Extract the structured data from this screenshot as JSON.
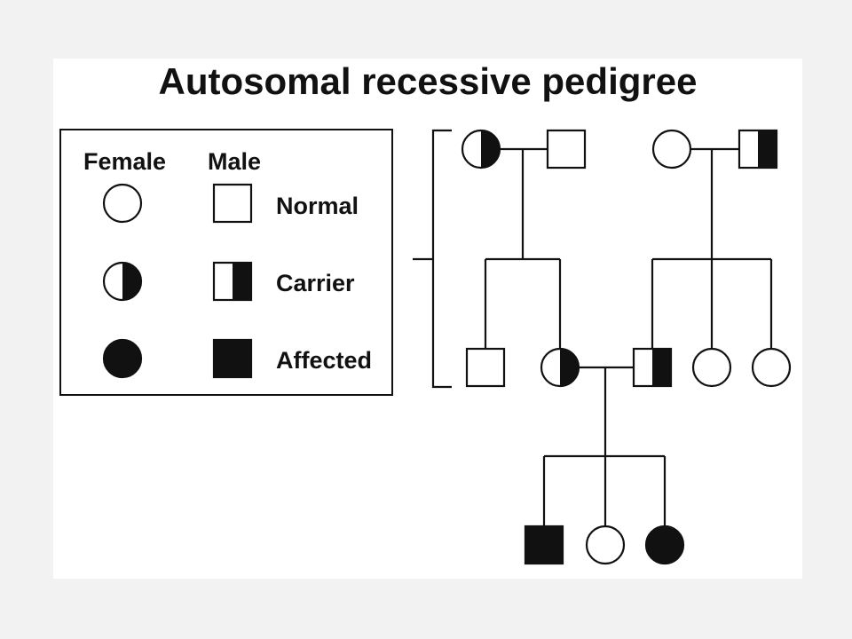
{
  "title": "Autosomal recessive pedigree",
  "legend": {
    "female_header": "Female",
    "male_header": "Male",
    "rows": [
      {
        "label": "Normal",
        "status": "normal"
      },
      {
        "label": "Carrier",
        "status": "carrier"
      },
      {
        "label": "Affected",
        "status": "affected"
      }
    ]
  },
  "colors": {
    "ink": "#111111",
    "background": "#ffffff",
    "page": "#f2f2f3"
  },
  "pedigree": {
    "generations": [
      {
        "individuals": [
          {
            "id": "g1-1",
            "sex": "female",
            "status": "carrier"
          },
          {
            "id": "g1-2",
            "sex": "male",
            "status": "normal"
          },
          {
            "id": "g1-3",
            "sex": "female",
            "status": "normal"
          },
          {
            "id": "g1-4",
            "sex": "male",
            "status": "carrier"
          }
        ]
      },
      {
        "individuals": [
          {
            "id": "g2-1",
            "sex": "male",
            "status": "normal"
          },
          {
            "id": "g2-2",
            "sex": "female",
            "status": "carrier"
          },
          {
            "id": "g2-3",
            "sex": "male",
            "status": "carrier"
          },
          {
            "id": "g2-4",
            "sex": "female",
            "status": "normal"
          },
          {
            "id": "g2-5",
            "sex": "female",
            "status": "normal"
          }
        ]
      },
      {
        "individuals": [
          {
            "id": "g3-1",
            "sex": "male",
            "status": "affected"
          },
          {
            "id": "g3-2",
            "sex": "female",
            "status": "normal"
          },
          {
            "id": "g3-3",
            "sex": "female",
            "status": "affected"
          }
        ]
      }
    ]
  }
}
